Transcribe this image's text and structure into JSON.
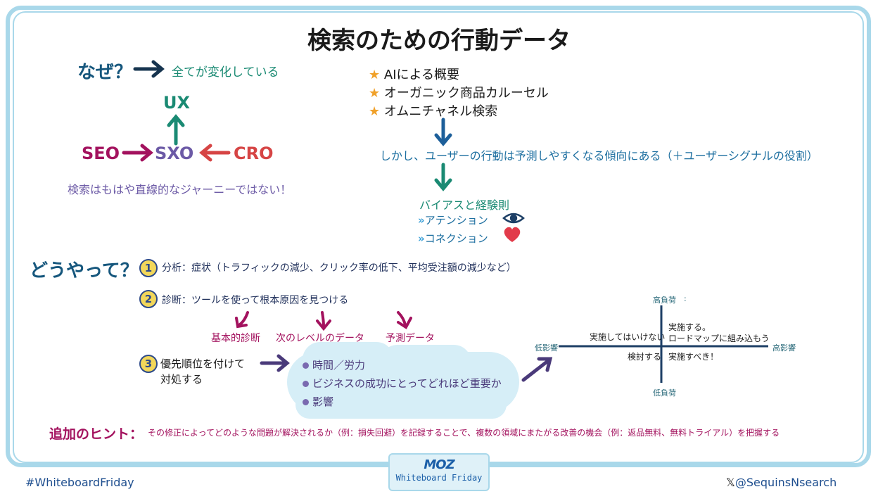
{
  "title": "検索のための行動データ",
  "why": {
    "label": "なぜ？",
    "text": "全てが変化している"
  },
  "journey": {
    "ux": "UX",
    "seo": "SEO",
    "sxo": "SXO",
    "cro": "CRO",
    "note": "検索はもはや直線的なジャーニーではない！"
  },
  "features": [
    "AIによる概要",
    "オーガニック商品カルーセル",
    "オムニチャネル検索"
  ],
  "however": "しかし、ユーザーの行動は予測しやすくなる傾向にある（＋ユーザーシグナルの役割）",
  "bias": {
    "title": "バイアスと経験則",
    "items": [
      "アテンション",
      "コネクション"
    ],
    "chevrons": "»"
  },
  "how": {
    "label": "どうやって？",
    "steps": [
      {
        "num": "1",
        "text": "分析：症状（トラフィックの減少、クリック率の低下、平均受注額の減少など）"
      },
      {
        "num": "2",
        "text": "診断：ツールを使って根本原因を見つける"
      },
      {
        "num": "3",
        "text": "優先順位を付けて",
        "text2": "対処する"
      }
    ],
    "diagnosis": [
      "基本的診断",
      "次のレベルのデータ",
      "予測データ"
    ],
    "criteria": [
      "時間／労力",
      "ビジネスの成功にとってどれほど重要か",
      "影響"
    ]
  },
  "matrix": {
    "high_load": "高負荷",
    "low_load": "低負荷",
    "low_impact": "低影響",
    "high_impact": "高影響",
    "q_top_left": "実施してはいけない",
    "q_top_right_1": "実施する。",
    "q_top_right_2": "ロードマップに組み込もう",
    "q_bottom_left": "検討する",
    "q_bottom_right": "実施すべき！",
    "colon": ":"
  },
  "hint": {
    "label": "追加のヒント：",
    "text": "その修正によってどのような問題が解決されるか（例：損失回避）を記録することで、複数の領域にまたがる改善の機会（例：返品無料、無料トライアル）を把握する"
  },
  "footer": {
    "hashtag": "#WhiteboardFriday",
    "handle": "@SequinsNsearch",
    "x_mark": "𝕏"
  },
  "logo": {
    "brand": "MOZ",
    "series": "Whiteboard Friday"
  },
  "colors": {
    "frame": "#a9d8ea",
    "teal": "#1a8a73",
    "magenta": "#a3125e",
    "purple": "#6c5aa6",
    "navy": "#16577d"
  }
}
